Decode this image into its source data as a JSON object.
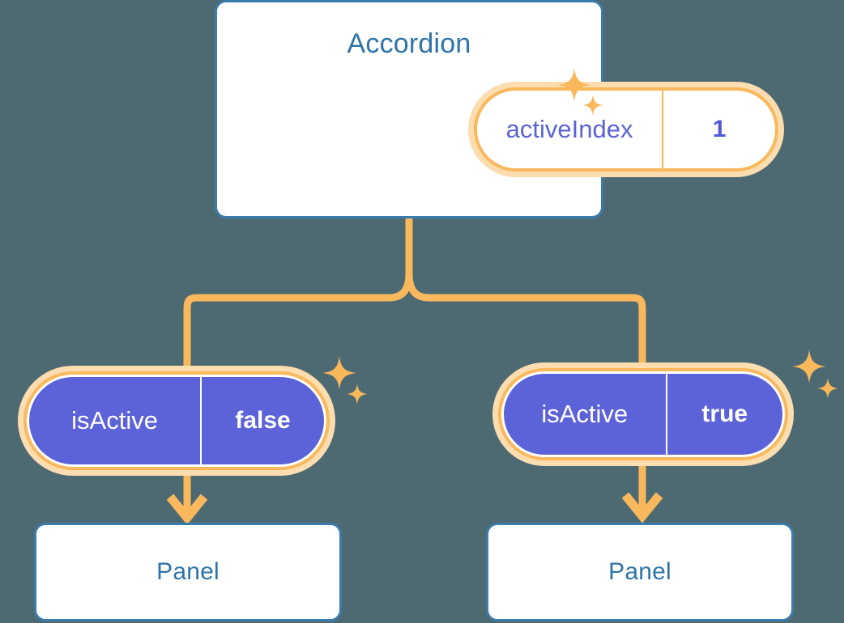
{
  "diagram": {
    "title_text": "Accordion",
    "background_color": "#4d6972",
    "accent_orange": "#f9b85c",
    "accent_orange_pale": "#fbddb0",
    "accent_blue": "#3a7cab",
    "accent_purple": "#5c63d8",
    "title_color": "#2e74a8"
  },
  "root": {
    "label": "Accordion",
    "state_pill": {
      "key": "activeIndex",
      "value": "1",
      "variant": "light"
    },
    "sparkle_icon": "sparkles-icon"
  },
  "branches": [
    {
      "side": "left",
      "state_pill": {
        "key": "isActive",
        "value": "false",
        "variant": "solid"
      },
      "arrow_icon": "arrow-down-icon",
      "child": {
        "label": "Panel"
      },
      "sparkle_icon": "sparkles-icon"
    },
    {
      "side": "right",
      "state_pill": {
        "key": "isActive",
        "value": "true",
        "variant": "solid"
      },
      "arrow_icon": "arrow-down-icon",
      "child": {
        "label": "Panel"
      },
      "sparkle_icon": "sparkles-icon"
    }
  ]
}
